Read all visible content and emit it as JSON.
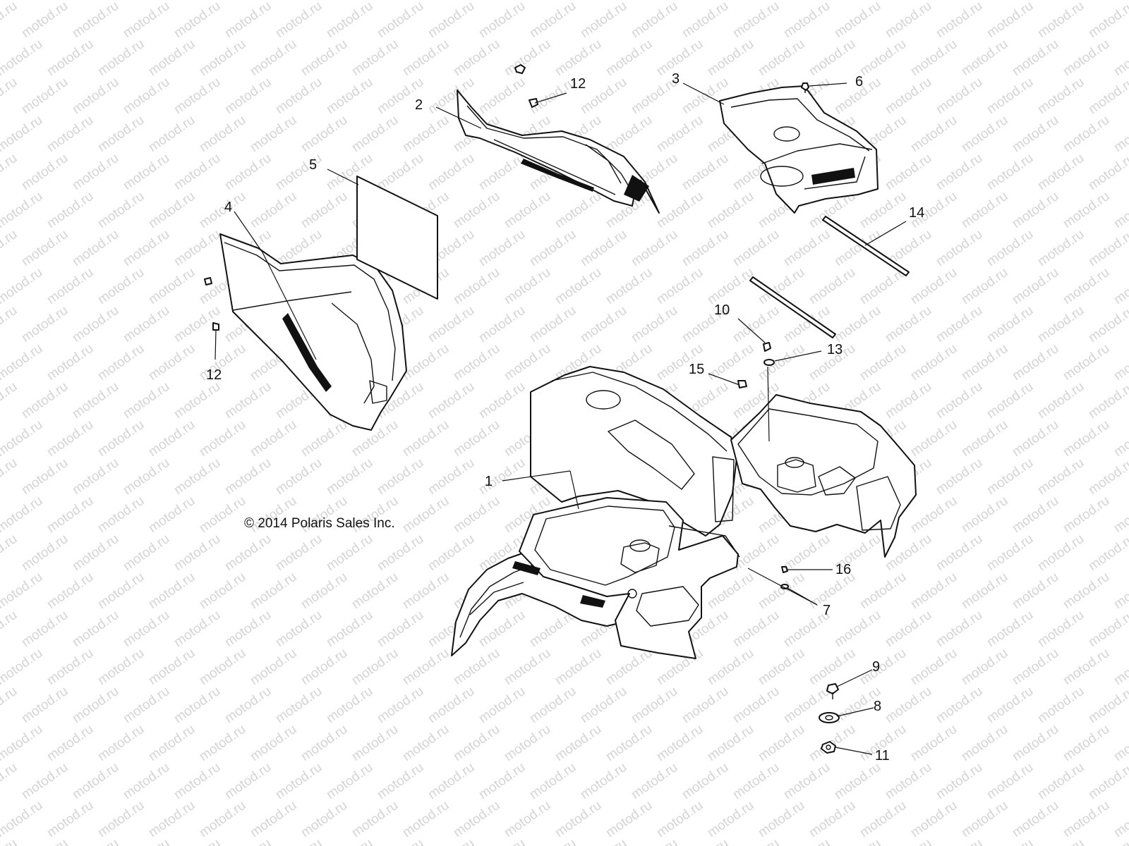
{
  "watermark": {
    "text": "motod.ru"
  },
  "copyright": "© 2014 Polaris Sales Inc.",
  "colors": {
    "ink": "#111111",
    "watermark": "#d4d4d4",
    "background": "#ffffff"
  },
  "callouts": [
    {
      "id": "c1",
      "label": "1"
    },
    {
      "id": "c2",
      "label": "2"
    },
    {
      "id": "c3",
      "label": "3"
    },
    {
      "id": "c4",
      "label": "4"
    },
    {
      "id": "c5",
      "label": "5"
    },
    {
      "id": "c6",
      "label": "6"
    },
    {
      "id": "c7",
      "label": "7"
    },
    {
      "id": "c8",
      "label": "8"
    },
    {
      "id": "c9",
      "label": "9"
    },
    {
      "id": "c10",
      "label": "10"
    },
    {
      "id": "c11",
      "label": "11"
    },
    {
      "id": "c12a",
      "label": "12"
    },
    {
      "id": "c12b",
      "label": "12"
    },
    {
      "id": "c13",
      "label": "13"
    },
    {
      "id": "c14",
      "label": "14"
    },
    {
      "id": "c15",
      "label": "15"
    },
    {
      "id": "c16",
      "label": "16"
    }
  ]
}
